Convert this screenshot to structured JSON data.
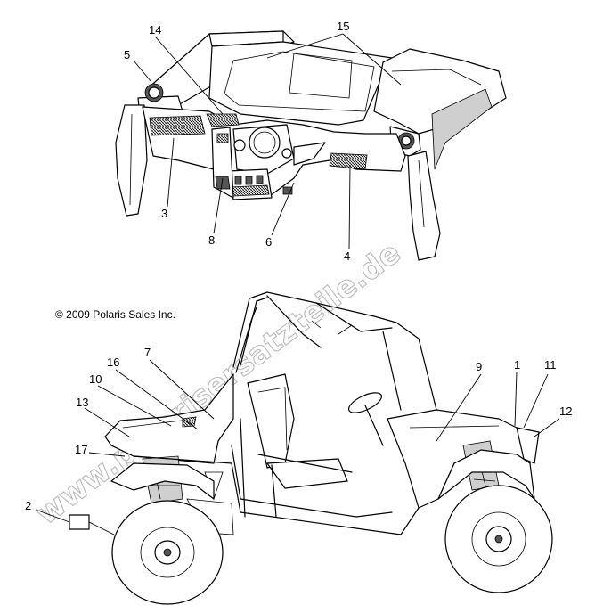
{
  "diagram": {
    "copyright": "© 2009 Polaris Sales Inc.",
    "watermark": "www.polarisersatzteile.de",
    "callouts": {
      "c1": "1",
      "c2": "2",
      "c3": "3",
      "c4": "4",
      "c5": "5",
      "c6": "6",
      "c7": "7",
      "c8": "8",
      "c9": "9",
      "c10": "10",
      "c11": "11",
      "c12": "12",
      "c13": "13",
      "c14": "14",
      "c15": "15",
      "c16": "16",
      "c17": "17"
    }
  }
}
